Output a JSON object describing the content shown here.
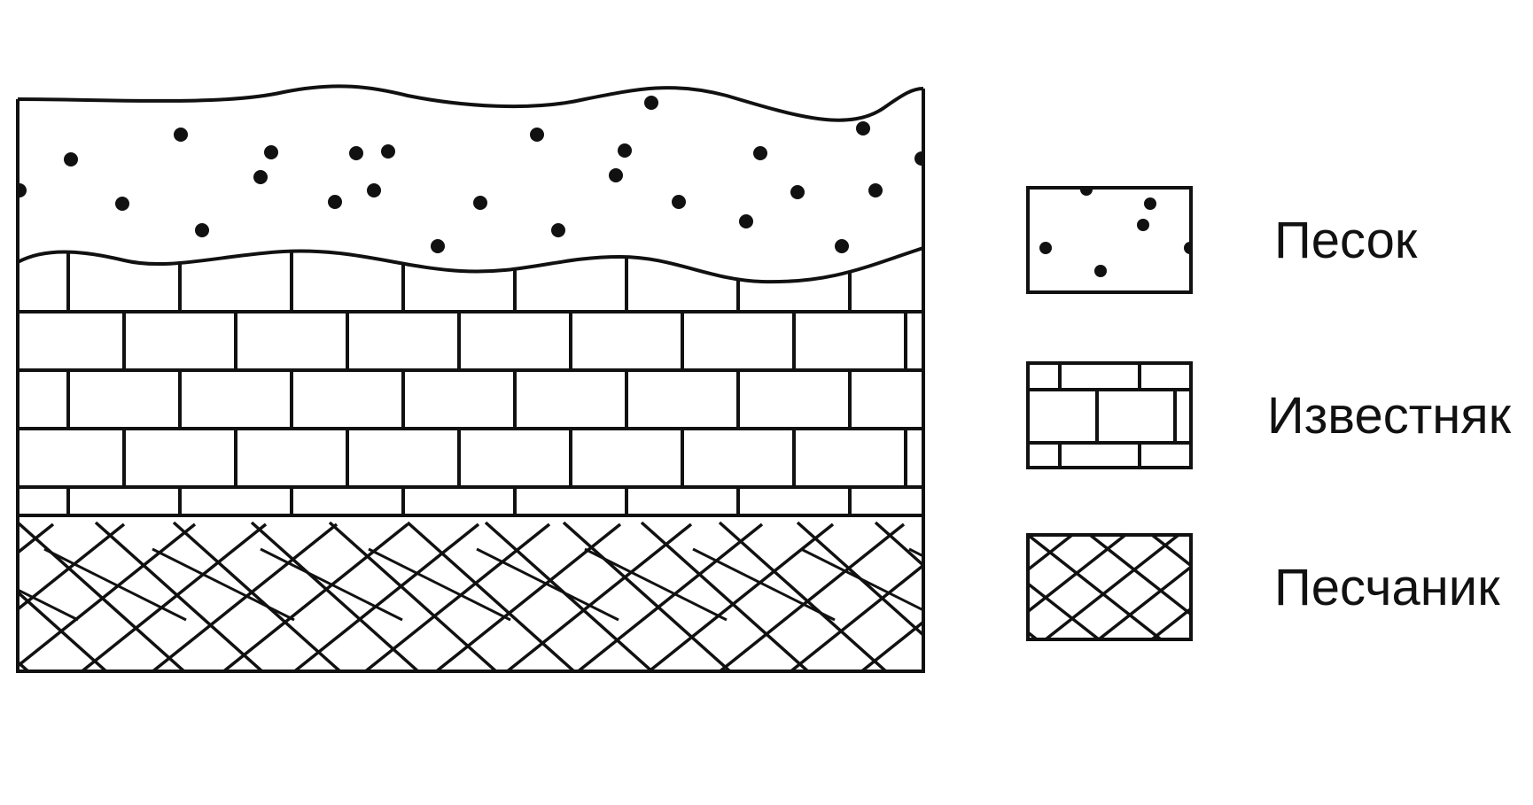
{
  "legend": {
    "items": [
      {
        "id": "sand",
        "label": "Песок"
      },
      {
        "id": "limestone",
        "label": "Известняк"
      },
      {
        "id": "sandstone",
        "label": "Песчаник"
      }
    ]
  },
  "colors": {
    "stroke": "#111111",
    "background": "#ffffff"
  }
}
